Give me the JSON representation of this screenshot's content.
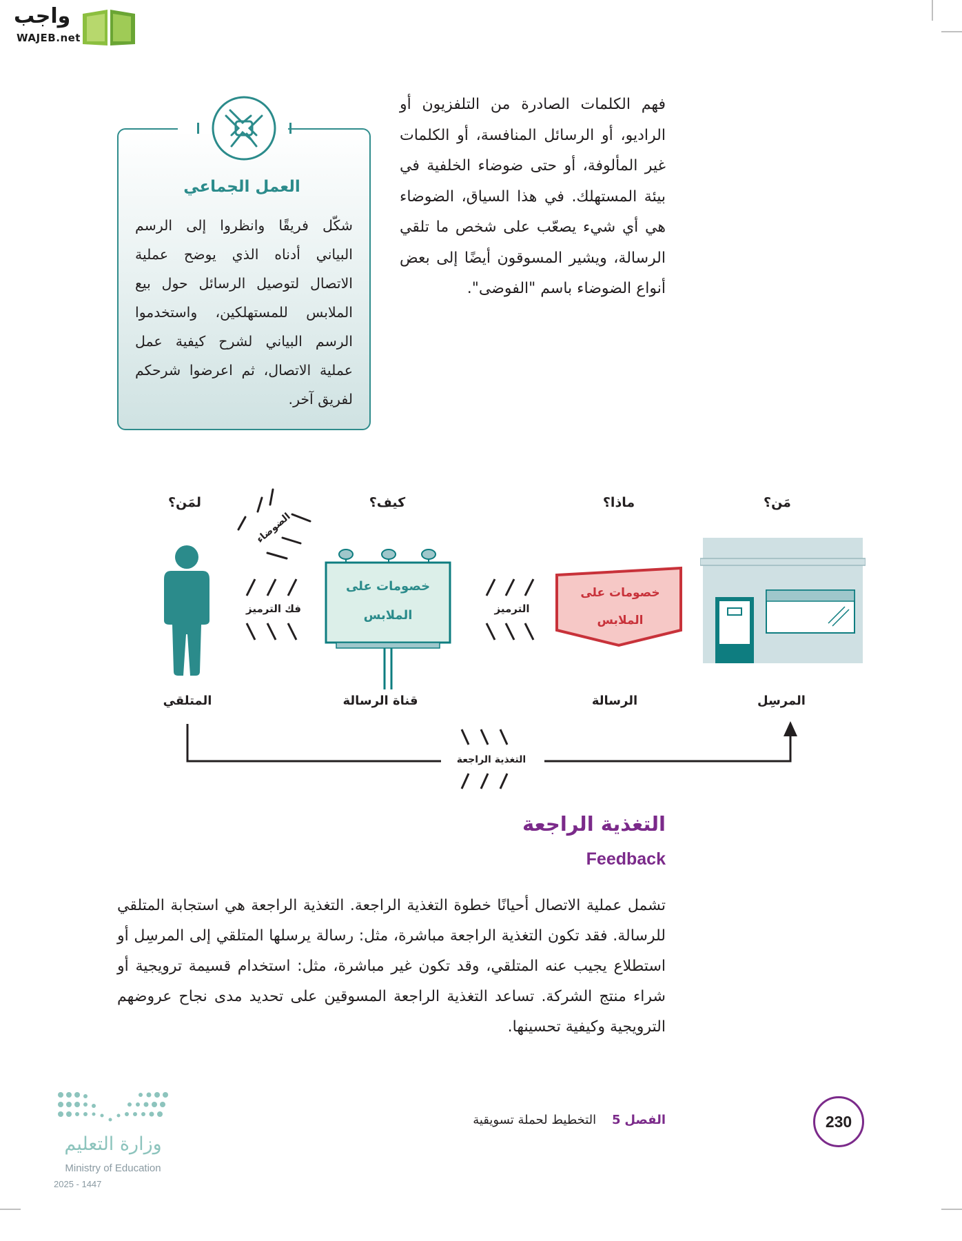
{
  "watermark": {
    "brand_ar": "واجب",
    "brand_en": "WAJEB.net"
  },
  "intro_paragraph": "فهم الكلمات الصادرة من التلفزيون أو الراديو، أو الرسائل المنافسة، أو الكلمات غير المألوفة، أو حتى ضوضاء الخلفية في بيئة المستهلك. في هذا السياق، الضوضاء هي أي شيء يصعّب على شخص ما تلقي الرسالة، ويشير المسوقون أيضًا إلى بعض أنواع الضوضاء باسم \"الفوضى\".",
  "teamwork": {
    "title": "العمل الجماعي",
    "text": "شكّل فريقًا وانظروا إلى الرسم البياني أدناه الذي يوضح عملية الاتصال لتوصيل الرسائل حول بيع الملابس للمستهلكين، واستخدموا الرسم البياني لشرح كيفية عمل عملية الاتصال، ثم اعرضوا شرحكم لفريق آخر.",
    "icon": "teamwork-hands-icon"
  },
  "diagram": {
    "questions": {
      "who": "مَن؟",
      "what": "ماذا؟",
      "how": "كيف؟",
      "to_whom": "لمَن؟"
    },
    "labels": {
      "sender": "المرسِل",
      "message": "الرسالة",
      "channel": "قناة الرسالة",
      "receiver": "المتلقي"
    },
    "message_line1": "خصومات على",
    "message_line2": "الملابس",
    "encoding": "الترميز",
    "decoding": "فك الترميز",
    "noise": "الضوضاء",
    "feedback": "التغذية الراجعة",
    "colors": {
      "teal": "#2b8b8b",
      "red": "#c8323a",
      "store": "#cfe0e3"
    }
  },
  "section": {
    "title_ar": "التغذية الراجعة",
    "title_en": "Feedback",
    "paragraph": "تشمل عملية الاتصال أحيانًا خطوة التغذية الراجعة. التغذية الراجعة هي استجابة المتلقي للرسالة. فقد تكون التغذية الراجعة مباشرة، مثل: رسالة يرسلها المتلقي إلى المرسِل أو استطلاع يجيب عنه المتلقي، وقد تكون غير مباشرة، مثل: استخدام قسيمة ترويجية أو شراء منتج الشركة. تساعد التغذية الراجعة المسوقين على تحديد مدى نجاح عروضهم الترويجية وكيفية تحسينها."
  },
  "footer": {
    "chapter_label": "الفصل",
    "chapter_number": "5",
    "chapter_title": "التخطيط لحملة تسويقية",
    "page_number": "230",
    "ministry_ar": "وزارة التعليم",
    "ministry_en": "Ministry of Education",
    "year": "2025 - 1447"
  }
}
